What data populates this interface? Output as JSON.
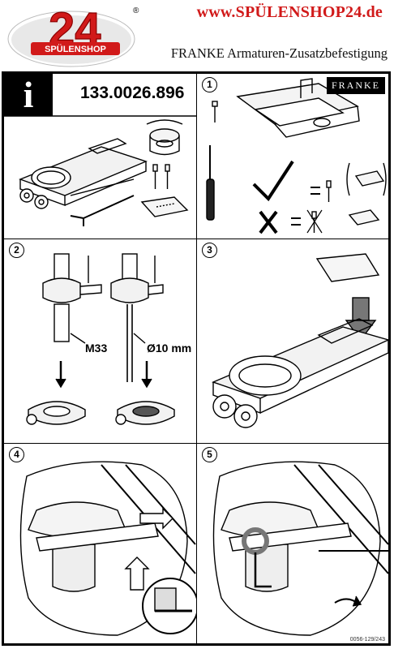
{
  "logo": {
    "number": "24",
    "word": "SPÜLENSHOP",
    "registered": "®",
    "brand_color": "#d11a1a"
  },
  "header": {
    "url": "www.SPÜLENSHOP24.de",
    "subtitle": "FRANKE Armaturen-Zusatzbefestigung"
  },
  "info_panel": {
    "info_glyph": "i",
    "part_number": "133.0026.896"
  },
  "steps": [
    {
      "number": "1",
      "brand": "FRANKE"
    },
    {
      "number": "2",
      "label_left": "M33",
      "label_right": "Ø10 mm"
    },
    {
      "number": "3"
    },
    {
      "number": "4"
    },
    {
      "number": "5"
    }
  ],
  "footer": {
    "code": "0056-129/243"
  }
}
